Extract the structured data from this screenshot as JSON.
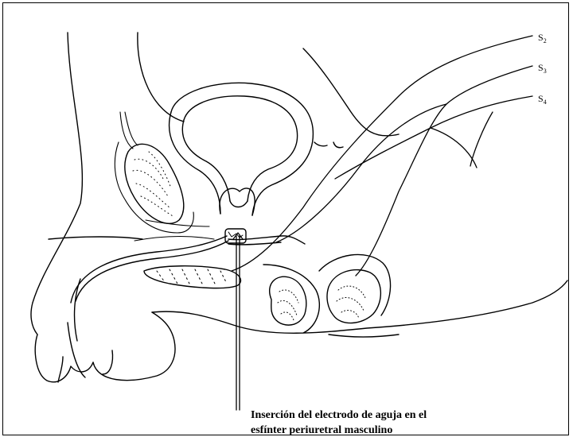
{
  "labels": {
    "s2": {
      "letter": "S",
      "sub": "2"
    },
    "s3": {
      "letter": "S",
      "sub": "3"
    },
    "s4": {
      "letter": "S",
      "sub": "4"
    }
  },
  "caption": {
    "line1": "Inserción del electrodo de aguja en el",
    "line2": "esfínter periuretral masculino"
  }
}
